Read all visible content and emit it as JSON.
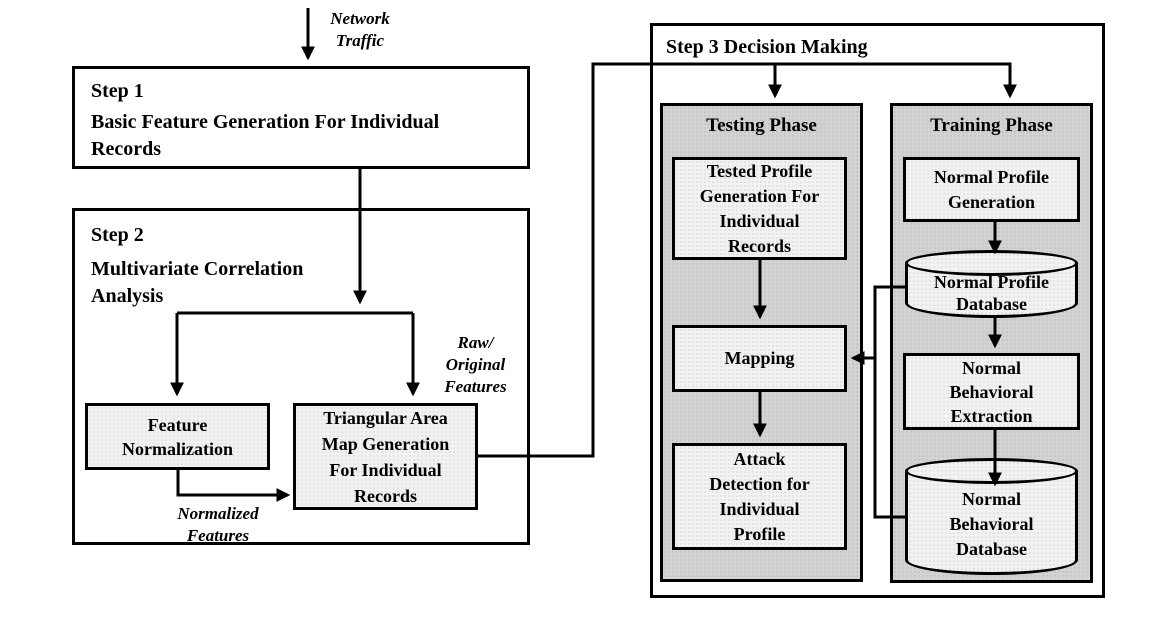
{
  "colors": {
    "line": "#000000",
    "phase_panel_fill": "#d3d3d3",
    "inner_box_fill": "#f2f2f2",
    "outer_box_fill": "#ffffff"
  },
  "annotations": {
    "network_traffic": [
      "Network",
      "Traffic"
    ],
    "raw_original_features": [
      "Raw/",
      "Original",
      "Features"
    ],
    "normalized_features": [
      "Normalized",
      "Features"
    ]
  },
  "step1": {
    "title": "Step 1",
    "body_lines": [
      "Basic Feature Generation For Individual",
      "Records"
    ]
  },
  "step2": {
    "title": "Step 2",
    "body_lines": [
      "Multivariate Correlation",
      "Analysis"
    ],
    "feature_normalization_lines": [
      "Feature",
      "Normalization"
    ],
    "triangular_area_map_lines": [
      "Triangular Area",
      "Map Generation",
      "For Individual",
      "Records"
    ]
  },
  "step3": {
    "title": "Step 3 Decision Making",
    "testing_phase": {
      "title": "Testing Phase",
      "tested_profile_lines": [
        "Tested Profile",
        "Generation For",
        "Individual",
        "Records"
      ],
      "mapping_label": "Mapping",
      "attack_detection_lines": [
        "Attack",
        "Detection for",
        "Individual",
        "Profile"
      ]
    },
    "training_phase": {
      "title": "Training Phase",
      "normal_profile_generation_lines": [
        "Normal Profile",
        "Generation"
      ],
      "normal_profile_database_lines": [
        "Normal Profile",
        "Database"
      ],
      "normal_behavioral_extraction_lines": [
        "Normal",
        "Behavioral",
        "Extraction"
      ],
      "normal_behavioral_database_lines": [
        "Normal",
        "Behavioral",
        "Database"
      ]
    }
  }
}
